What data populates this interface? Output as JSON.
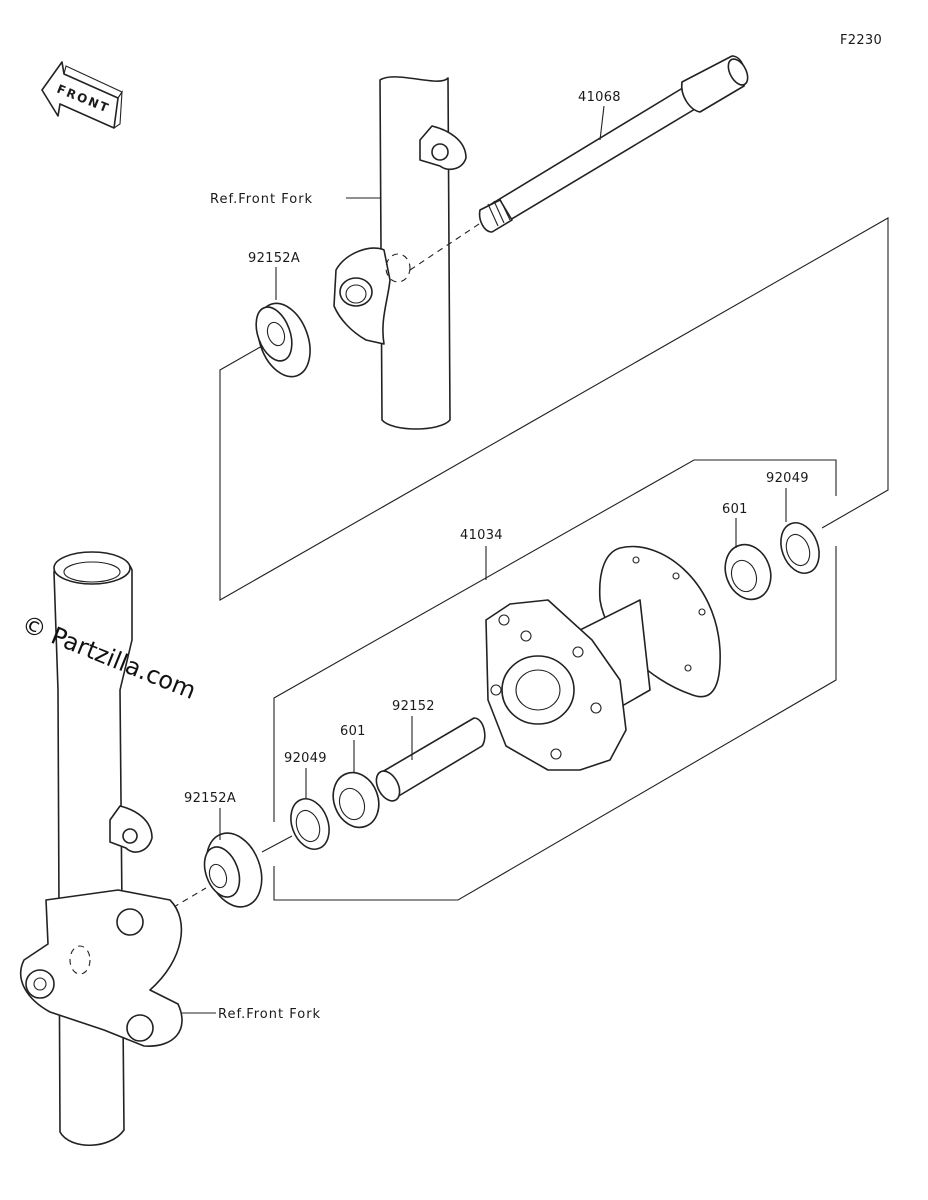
{
  "diagram_code": "F2230",
  "front_arrow_label": "FRONT",
  "watermark": "© Partzilla.com",
  "parts": {
    "axle": "41068",
    "collar_top": "92152A",
    "collar_bottom": "92152A",
    "hub": "41034",
    "bearing_right": "601",
    "seal_right": "92049",
    "sleeve": "92152",
    "bearing_left": "601",
    "seal_left": "92049"
  },
  "refs": {
    "fork_upper": "Ref.Front Fork",
    "fork_lower": "Ref.Front Fork"
  }
}
